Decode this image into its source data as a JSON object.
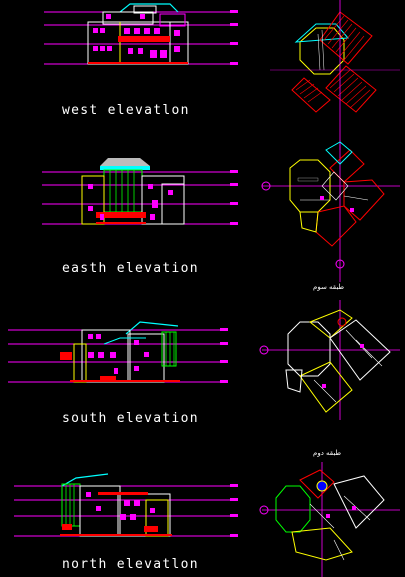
{
  "titles": {
    "west": "west elevatlon",
    "east": "easth elevation",
    "south": "south elevation",
    "north": "north elevatlon"
  },
  "plan_labels": {
    "plan3": "طبقه سوم",
    "plan4": "طبقه دوم"
  },
  "colors": {
    "background": "#000000",
    "level_line": "#ff00ff",
    "wall": "#ffffff",
    "accent_red": "#ff0000",
    "accent_cyan": "#00ffff",
    "accent_yellow": "#ffff00",
    "accent_green": "#00ff00",
    "accent_blue": "#0000ff"
  }
}
